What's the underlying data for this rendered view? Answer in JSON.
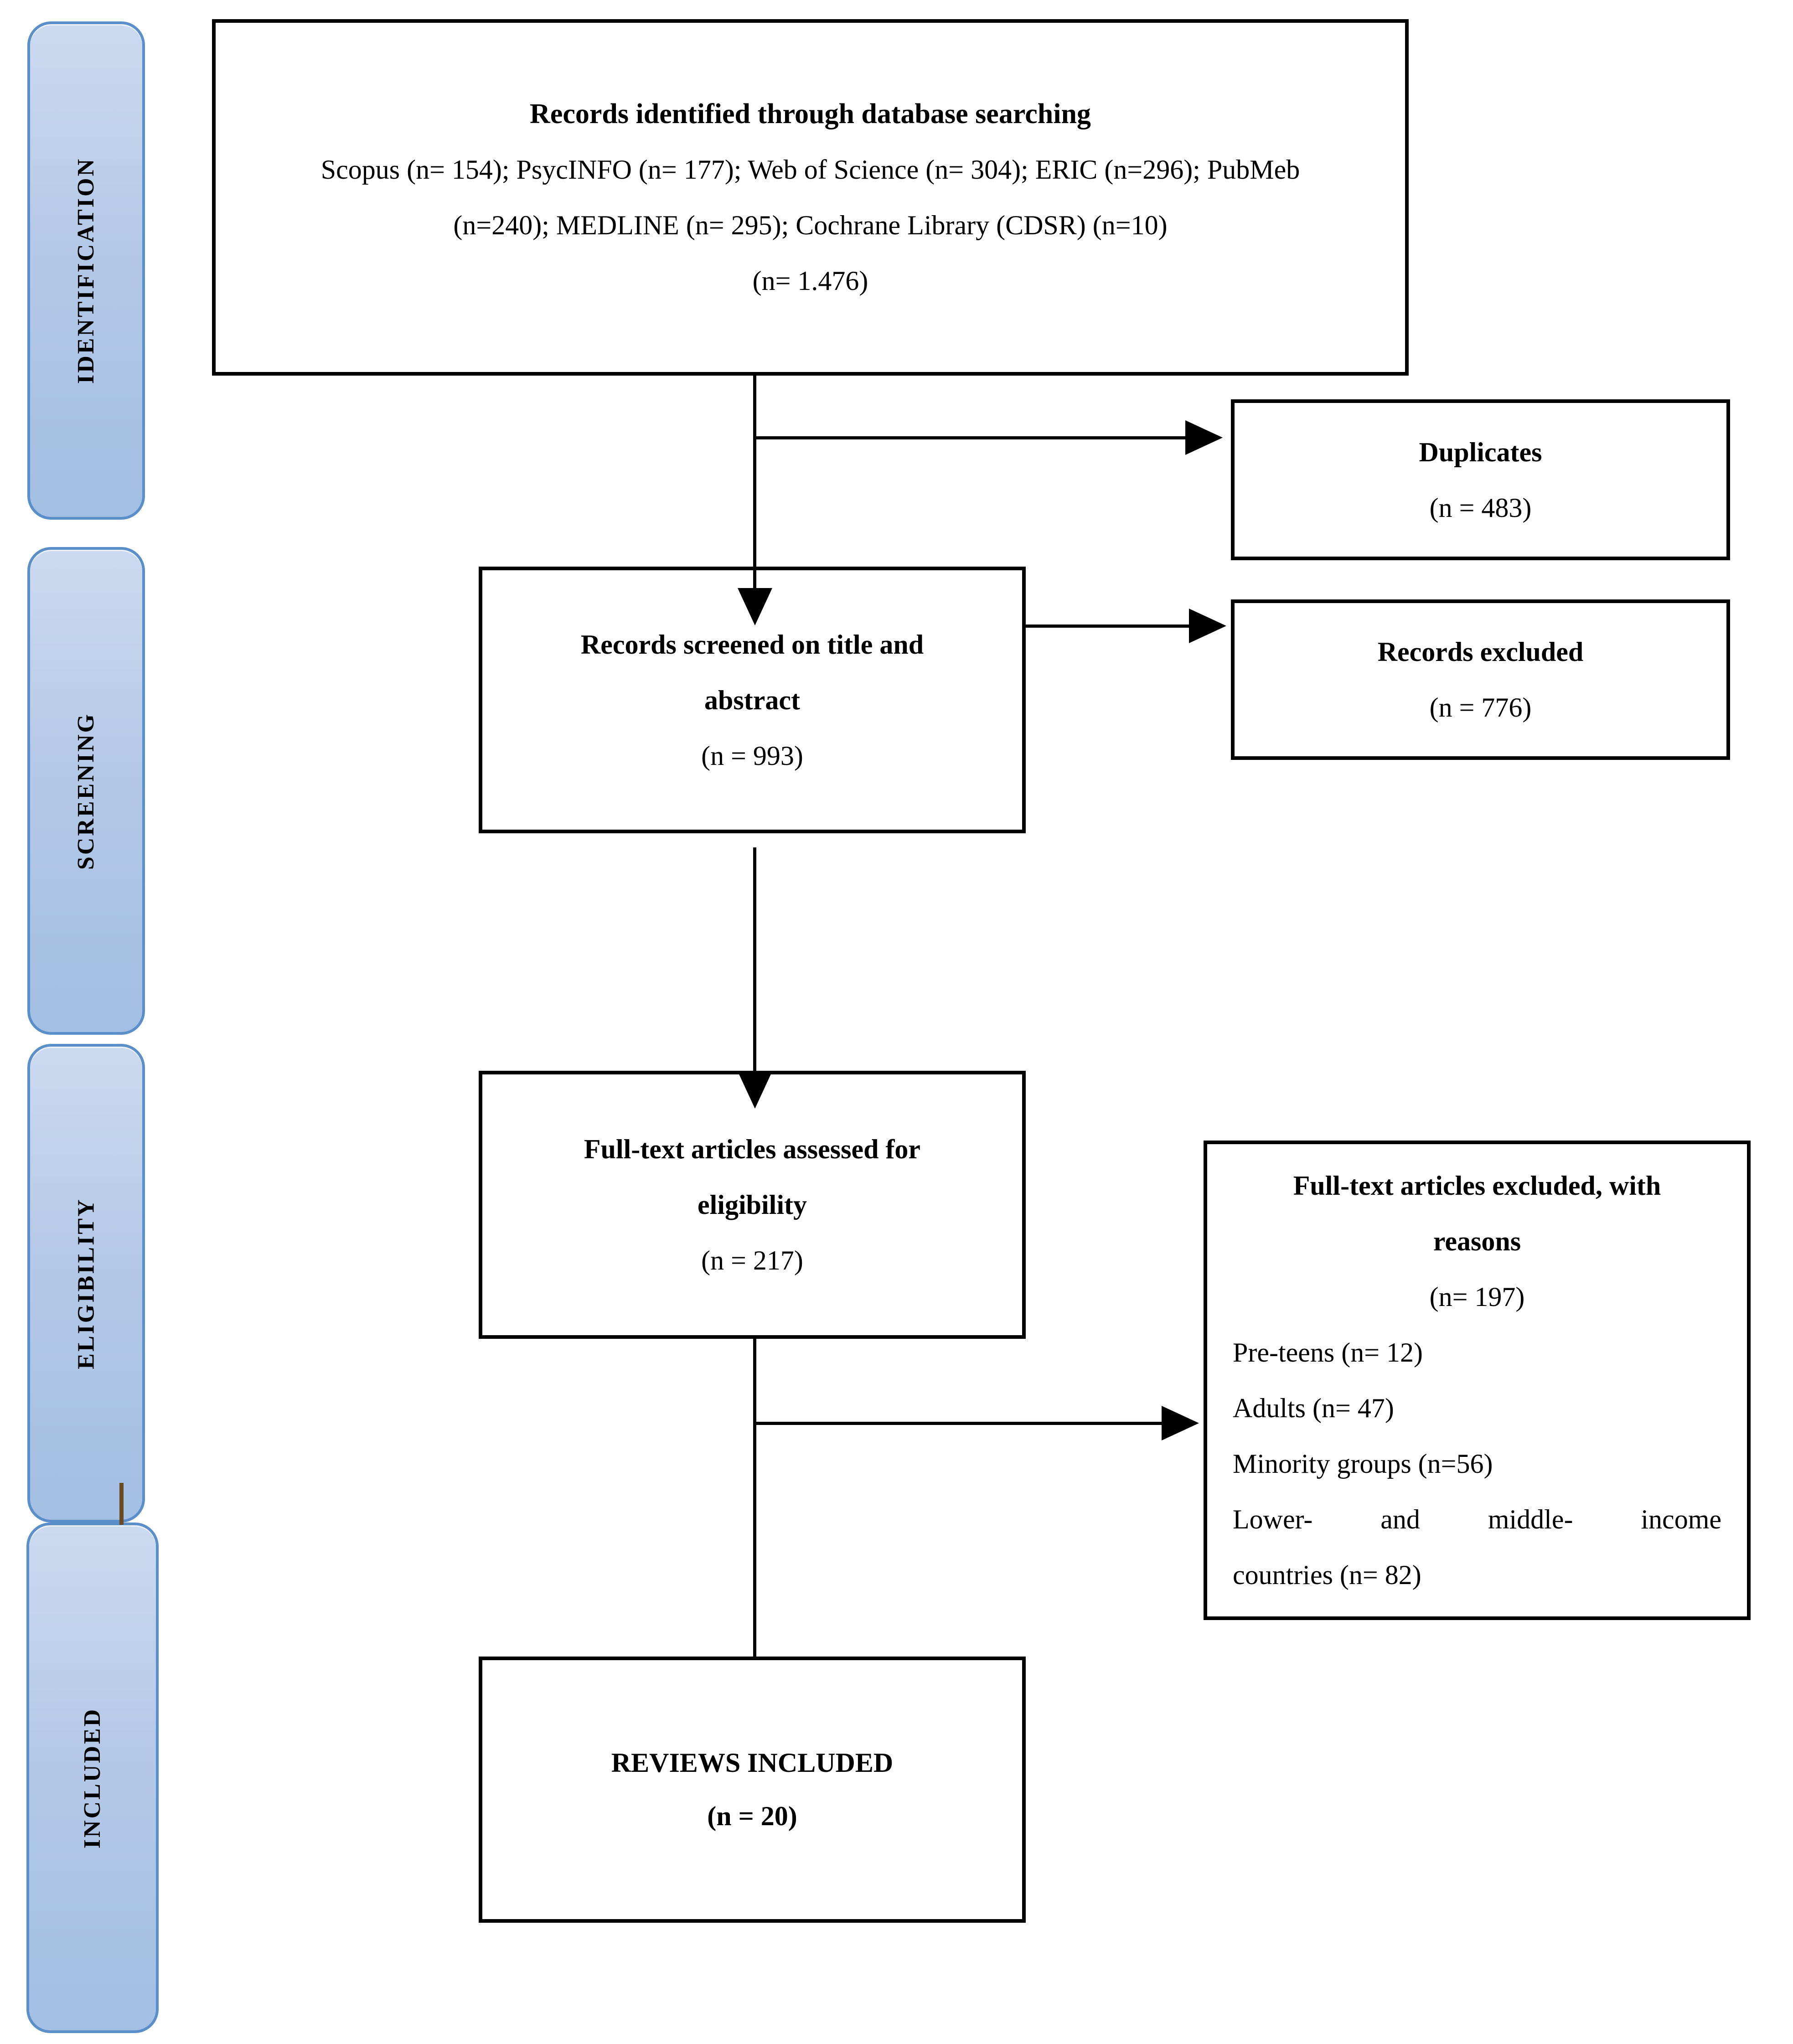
{
  "stages": [
    {
      "label": "IDENTIFICATION"
    },
    {
      "label": "SCREENING"
    },
    {
      "label": "ELIGIBILITY"
    },
    {
      "label": "INCLUDED"
    }
  ],
  "boxes": {
    "records_identified": {
      "title": "Records identified through database searching",
      "lines": [
        "Scopus (n= 154); PsycINFO (n= 177); Web of Science (n= 304); ERIC (n=296); PubMeb",
        "(n=240); MEDLINE (n= 295); Cochrane Library (CDSR) (n=10)",
        "(n= 1.476)"
      ]
    },
    "duplicates": {
      "title": "Duplicates",
      "count": "(n = 483)"
    },
    "records_screened": {
      "title_lines": [
        "Records screened on title and",
        "abstract"
      ],
      "count": "(n = 993)"
    },
    "records_excluded": {
      "title": "Records excluded",
      "count": "(n = 776)"
    },
    "fulltext_assessed": {
      "title_lines": [
        "Full-text articles assessed for",
        "eligibility"
      ],
      "count": "(n = 217)"
    },
    "fulltext_excluded": {
      "title_lines": [
        "Full-text articles excluded, with",
        "reasons"
      ],
      "count": "(n= 197)",
      "reasons": [
        "Pre-teens (n= 12)",
        "Adults (n= 47)",
        "Minority groups (n=56)",
        "Lower- and middle- income",
        "countries (n= 82)"
      ]
    },
    "reviews_included": {
      "title": "REVIEWS INCLUDED",
      "count": "(n = 20)"
    }
  },
  "colors": {
    "stage_fill_top": "#ccdaf0",
    "stage_fill_bottom": "#a3bfe3",
    "stage_border": "#5b8fc9",
    "box_border": "#000000",
    "connector": "#000000",
    "divider_tick": "#6b4a21"
  }
}
